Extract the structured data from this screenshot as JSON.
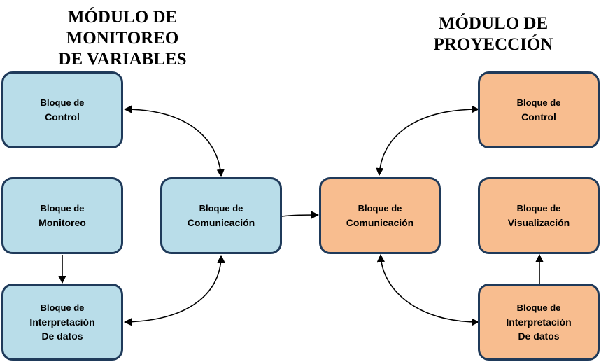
{
  "titles": {
    "left": [
      "MÓDULO DE",
      "MONITOREO",
      "DE VARIABLES"
    ],
    "right": [
      "MÓDULO DE",
      "PROYECCIÓN"
    ]
  },
  "colors": {
    "left_fill": "#b9dde9",
    "right_fill": "#f8bd8f",
    "border": "#1f3a5a"
  },
  "blocks": {
    "left_control": [
      "Bloque de",
      "Control"
    ],
    "left_monitoreo": [
      "Bloque de",
      "Monitoreo"
    ],
    "left_interpretacion": [
      "Bloque de",
      "Interpretación",
      "De datos"
    ],
    "left_comunicacion": [
      "Bloque de",
      "Comunicación"
    ],
    "right_comunicacion": [
      "Bloque de",
      "Comunicación"
    ],
    "right_control": [
      "Bloque de",
      "Control"
    ],
    "right_visualizacion": [
      "Bloque de",
      "Visualización"
    ],
    "right_interpretacion": [
      "Bloque de",
      "Interpretación",
      "De datos"
    ]
  }
}
